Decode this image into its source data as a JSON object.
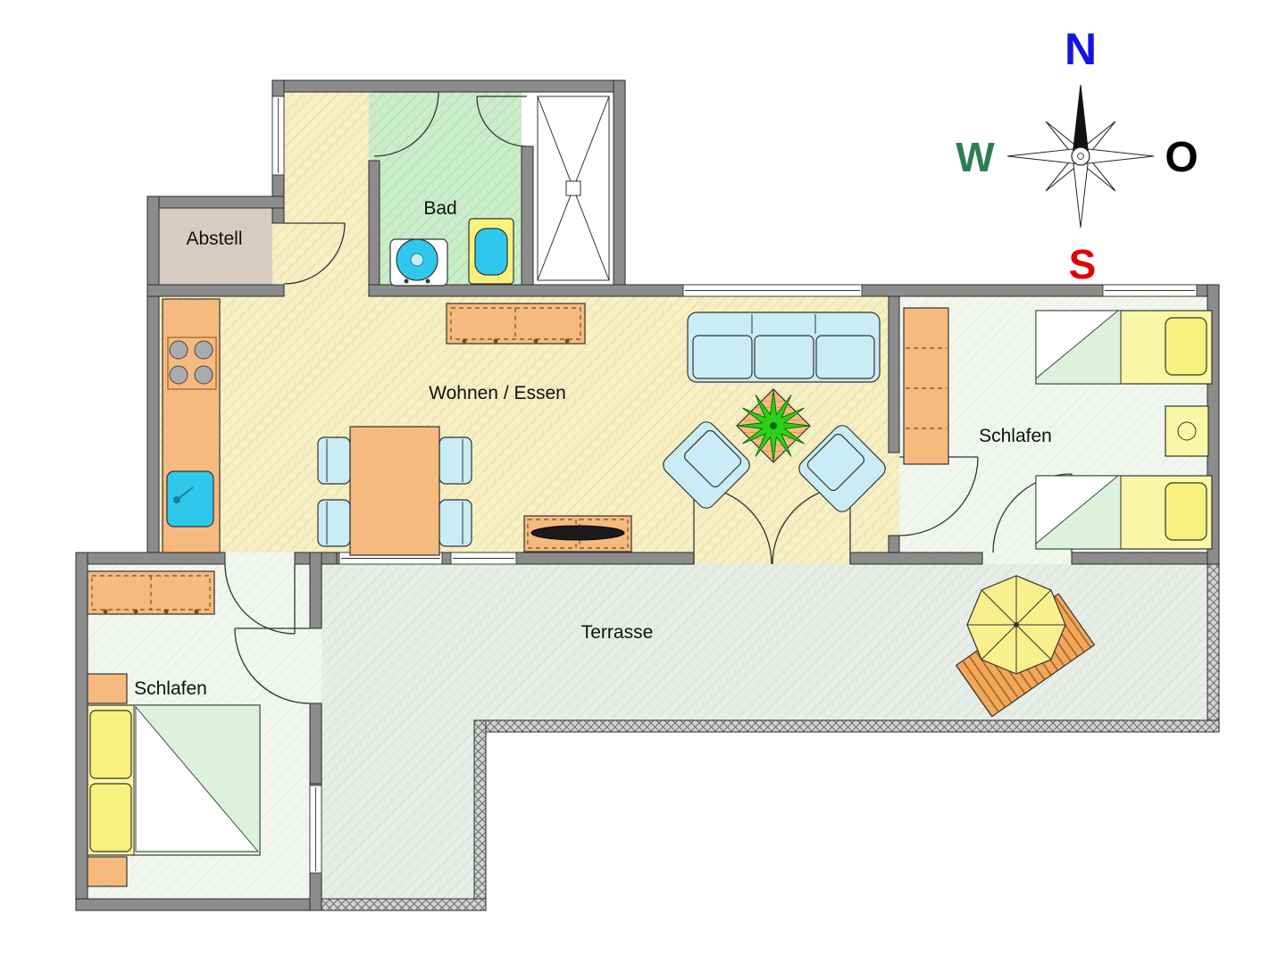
{
  "floorplan": {
    "rooms": {
      "bad": "Bad",
      "abstell": "Abstell",
      "wohnen_essen": "Wohnen / Essen",
      "schlafen_right": "Schlafen",
      "schlafen_left": "Schlafen",
      "terrasse": "Terrasse"
    },
    "compass": {
      "north": "N",
      "east": "O",
      "south": "S",
      "west": "W"
    },
    "colors": {
      "wall": "#8C8C8C",
      "living_floor": "#F6EFC3",
      "bath_floor": "#CBECC9",
      "bedroom_floor": "#F1F7EF",
      "terrace_floor": "#E7EDE7",
      "storage_floor": "#D6CCC2",
      "furniture_orange": "#F6BA7E",
      "furniture_yellow": "#FAF7A6",
      "furniture_blue": "#C9ECF5",
      "fixture_cyan": "#2FC8EC",
      "plant_green": "#29D119",
      "compass_north": "#1414E6",
      "compass_west": "#2E7D50",
      "compass_east": "#000000",
      "compass_south": "#E00000"
    }
  }
}
